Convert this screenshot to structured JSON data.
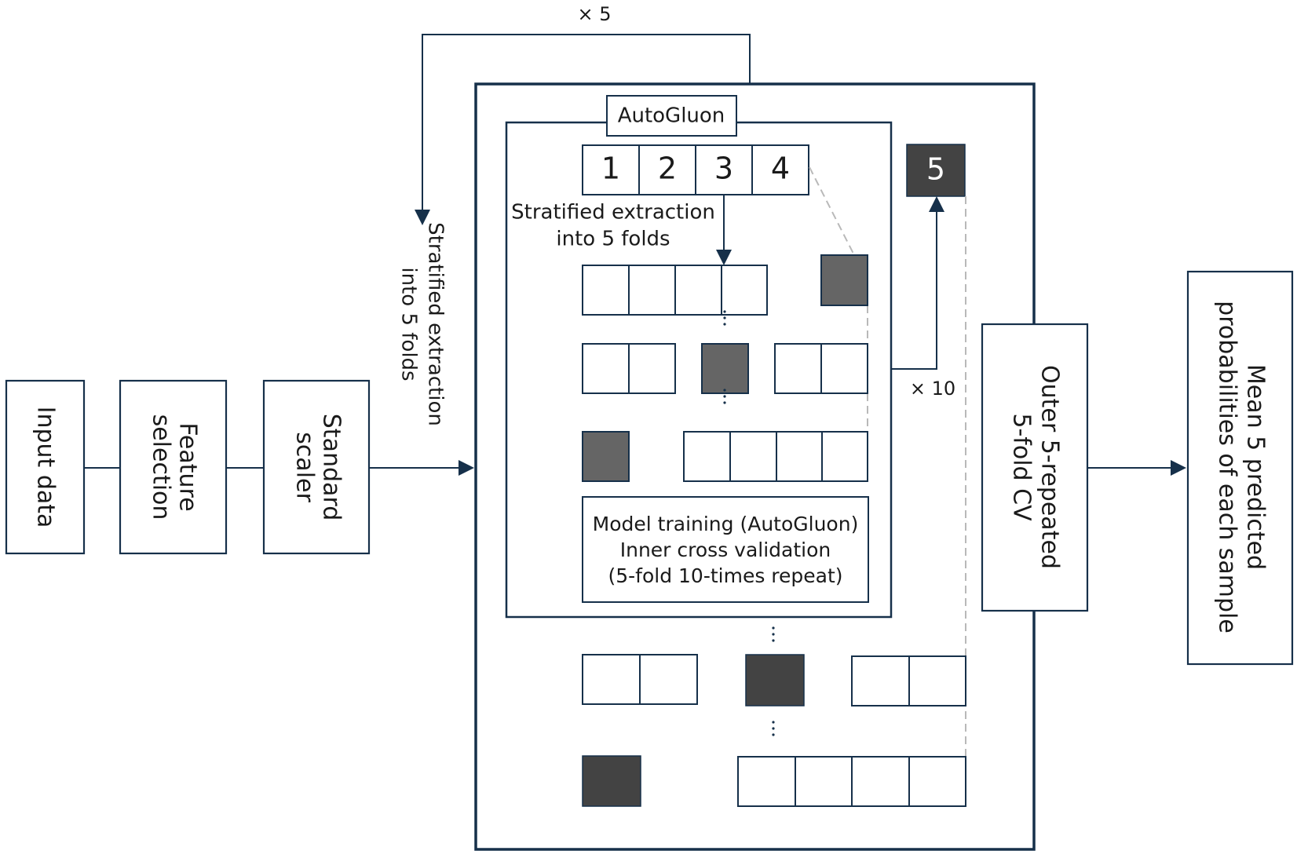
{
  "input_data": "Input data",
  "feature_selection": [
    "Feature",
    "selection"
  ],
  "standard_scaler": [
    "Standard",
    "scaler"
  ],
  "outer_extraction": [
    "Stratified extraction",
    "into 5 folds"
  ],
  "outer_repeat": "× 5",
  "autogluon_label": "AutoGluon",
  "fold_numbers": [
    "1",
    "2",
    "3",
    "4"
  ],
  "test_fold_number": "5",
  "inner_extraction": [
    "Stratified extraction",
    "into 5 folds"
  ],
  "inner_repeat": "× 10",
  "model_training": [
    "Model training (AutoGluon)",
    "Inner cross validation",
    "(5-fold 10-times repeat)"
  ],
  "outer_cv": [
    "Outer 5-repeated",
    "5-fold CV"
  ],
  "output_label": [
    "Mean 5 predicted",
    "probabilities of each sample"
  ],
  "colors": {
    "navy": "#16304a",
    "inner_test_fold": "#656565",
    "outer_test_fold": "#434343",
    "dashed": "#b9b9b9"
  }
}
